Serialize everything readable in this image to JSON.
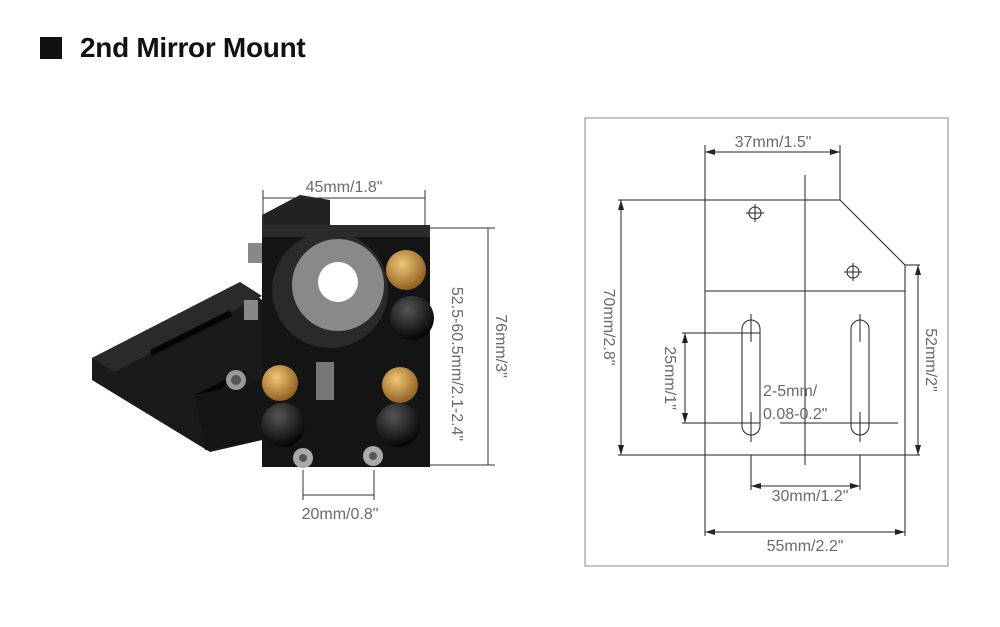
{
  "title": "2nd Mirror Mount",
  "photo": {
    "dims": {
      "width_top": "45mm/1.8\"",
      "height": "76mm/3\"",
      "adjust_range": "52.5-60.5mm/2.1-2.4\"",
      "screw_spacing": "20mm/0.8\""
    }
  },
  "drawing": {
    "dims": {
      "top_width": "37mm/1.5\"",
      "height_total": "70mm/2.8\"",
      "slot_length": "25mm/1\"",
      "right_height": "52mm/2\"",
      "slot_width_1": "2-5mm/",
      "slot_width_2": "0.08-0.2\"",
      "slot_spacing": "30mm/1.2\"",
      "bottom_width": "55mm/2.2\""
    }
  },
  "colors": {
    "metal": "#141414",
    "brass": "#c8923a",
    "dim_text": "#6a6a6a"
  }
}
